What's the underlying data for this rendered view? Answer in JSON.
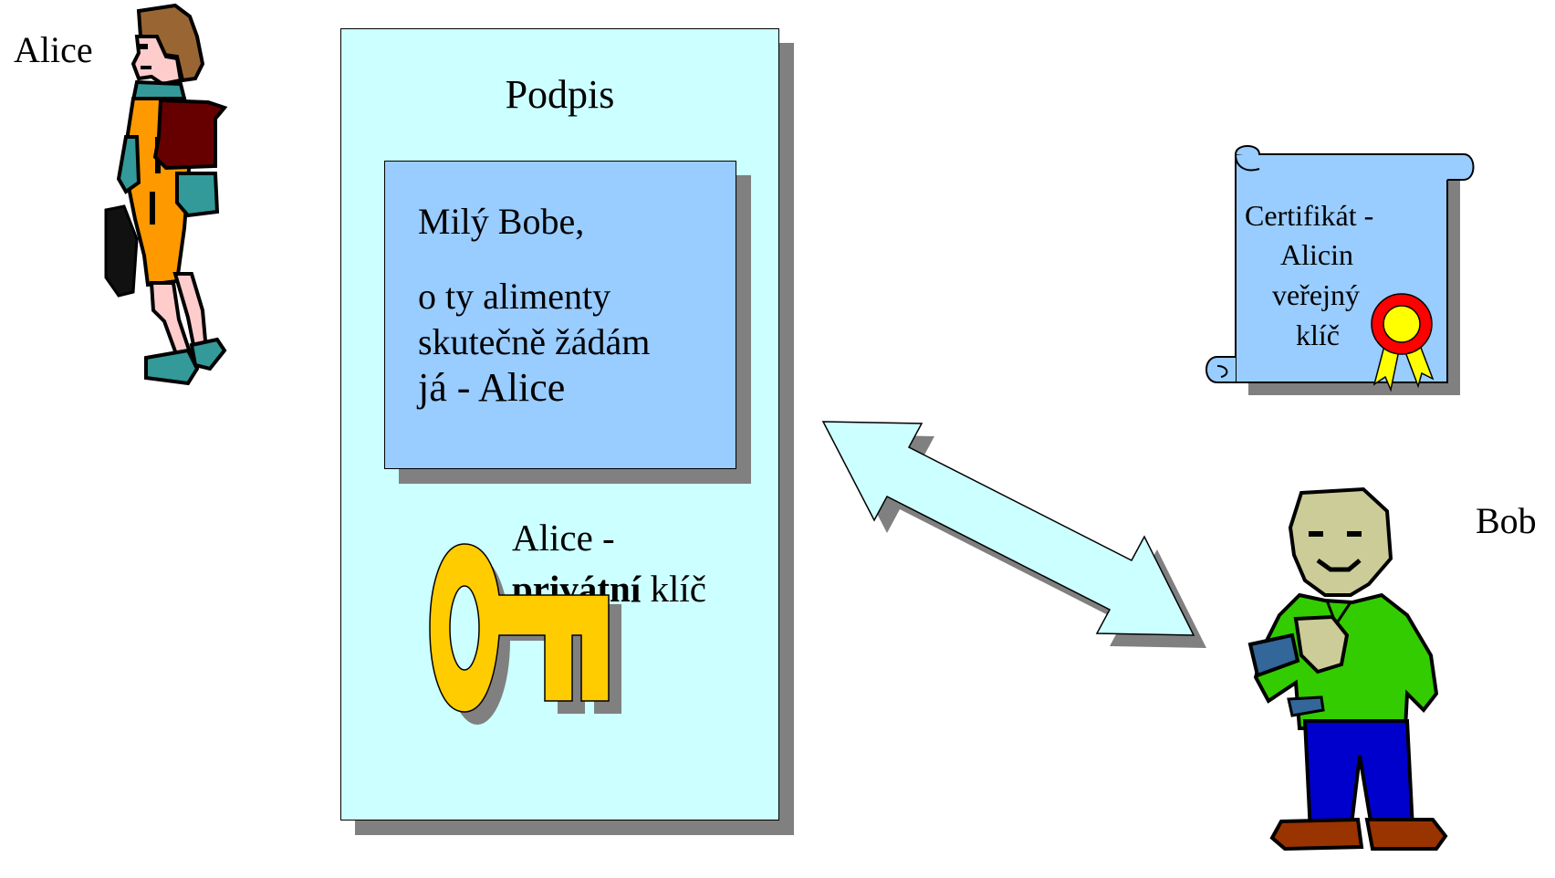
{
  "people": {
    "alice": {
      "name": "Alice"
    },
    "bob": {
      "name": "Bob"
    }
  },
  "signature_panel": {
    "title": "Podpis",
    "letter": {
      "greeting": "Milý Bobe,",
      "line1": "o ty alimenty",
      "line2": "skutečně žádám",
      "signoff": "já - Alice"
    },
    "private_key": {
      "label_line1": "Alice -",
      "label_bold": "privátní",
      "label_rest": " klíč",
      "icon": "key-icon"
    }
  },
  "certificate": {
    "line1": "Certifikát -",
    "line2": "Alicin",
    "line3": "veřejný",
    "line4": "klíč",
    "icon": "seal-ribbon-icon"
  },
  "arrow": {
    "icon": "double-arrow-icon"
  },
  "colors": {
    "panel_bg": "#ccffff",
    "letter_bg": "#99ccff",
    "shadow": "#808080",
    "key_gold": "#ffcc00",
    "cert_bg": "#99ccff",
    "seal_red": "#ff0000",
    "seal_yellow": "#ffff00",
    "arrow_fill": "#ccffff"
  }
}
